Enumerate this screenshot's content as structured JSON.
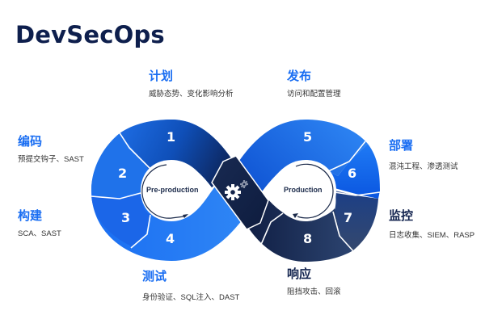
{
  "title": "DevSecOps",
  "colors": {
    "title": "#0e1f4d",
    "accent_blue": "#1a6ef2",
    "navy": "#13244f",
    "desc_text": "#333333"
  },
  "stages": [
    {
      "number": "1",
      "head": "计划",
      "desc": "威胁态势、变化影响分析",
      "phase": "Pre-production"
    },
    {
      "number": "2",
      "head": "编码",
      "desc": "预提交钩子、SAST",
      "phase": "Pre-production"
    },
    {
      "number": "3",
      "head": "构建",
      "desc": "SCA、SAST",
      "phase": "Pre-production"
    },
    {
      "number": "4",
      "head": "测试",
      "desc": "身份验证、SQL注入、DAST",
      "phase": "Pre-production"
    },
    {
      "number": "5",
      "head": "发布",
      "desc": "访问和配置管理",
      "phase": "Production"
    },
    {
      "number": "6",
      "head": "部署",
      "desc": "混沌工程、渗透测试",
      "phase": "Production"
    },
    {
      "number": "7",
      "head": "监控",
      "desc": "日志收集、SIEM、RASP",
      "phase": "Production"
    },
    {
      "number": "8",
      "head": "响应",
      "desc": "阻挡攻击、回滚",
      "phase": "Production"
    }
  ],
  "loop": {
    "left_label": "Pre-production",
    "right_label": "Production",
    "center_icon": "gears-icon"
  }
}
